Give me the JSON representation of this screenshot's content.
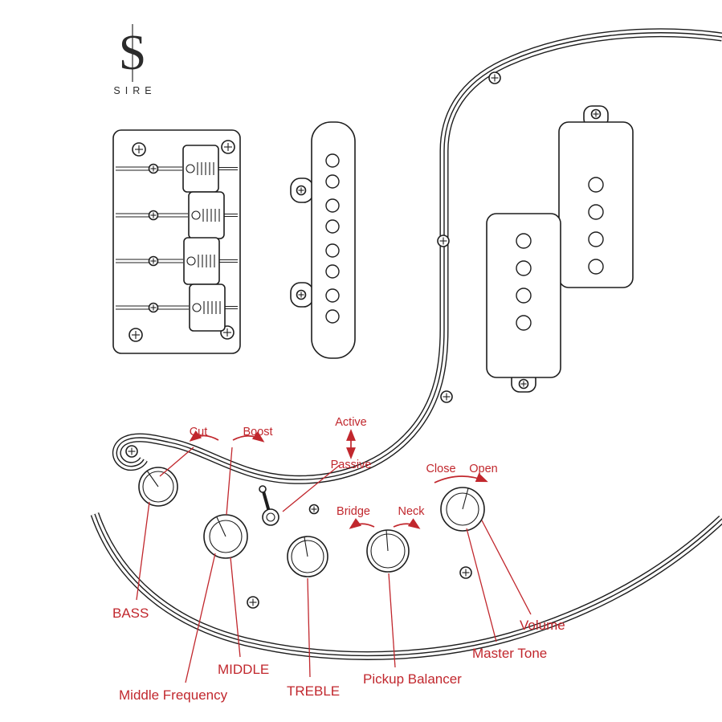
{
  "brand": {
    "logo_letter": "S",
    "logo_text": "SIRE"
  },
  "colors": {
    "background": "#ffffff",
    "diagram_line": "#1d1d1d",
    "annotation_red": "#c1272d"
  },
  "annotations": {
    "eq_sweep": {
      "cut": "Cut",
      "boost": "Boost"
    },
    "preamp_toggle": {
      "up": "Active",
      "down": "Passive"
    },
    "balance_sweep": {
      "left": "Bridge",
      "right": "Neck"
    },
    "tone_sweep": {
      "closed": "Close",
      "open": "Open"
    },
    "knob_labels": {
      "bass": "BASS",
      "middle": "MIDDLE",
      "middle_frequency": "Middle Frequency",
      "treble": "TREBLE",
      "pickup_balancer": "Pickup Balancer",
      "master_tone": "Master Tone",
      "volume": "Volume"
    }
  }
}
